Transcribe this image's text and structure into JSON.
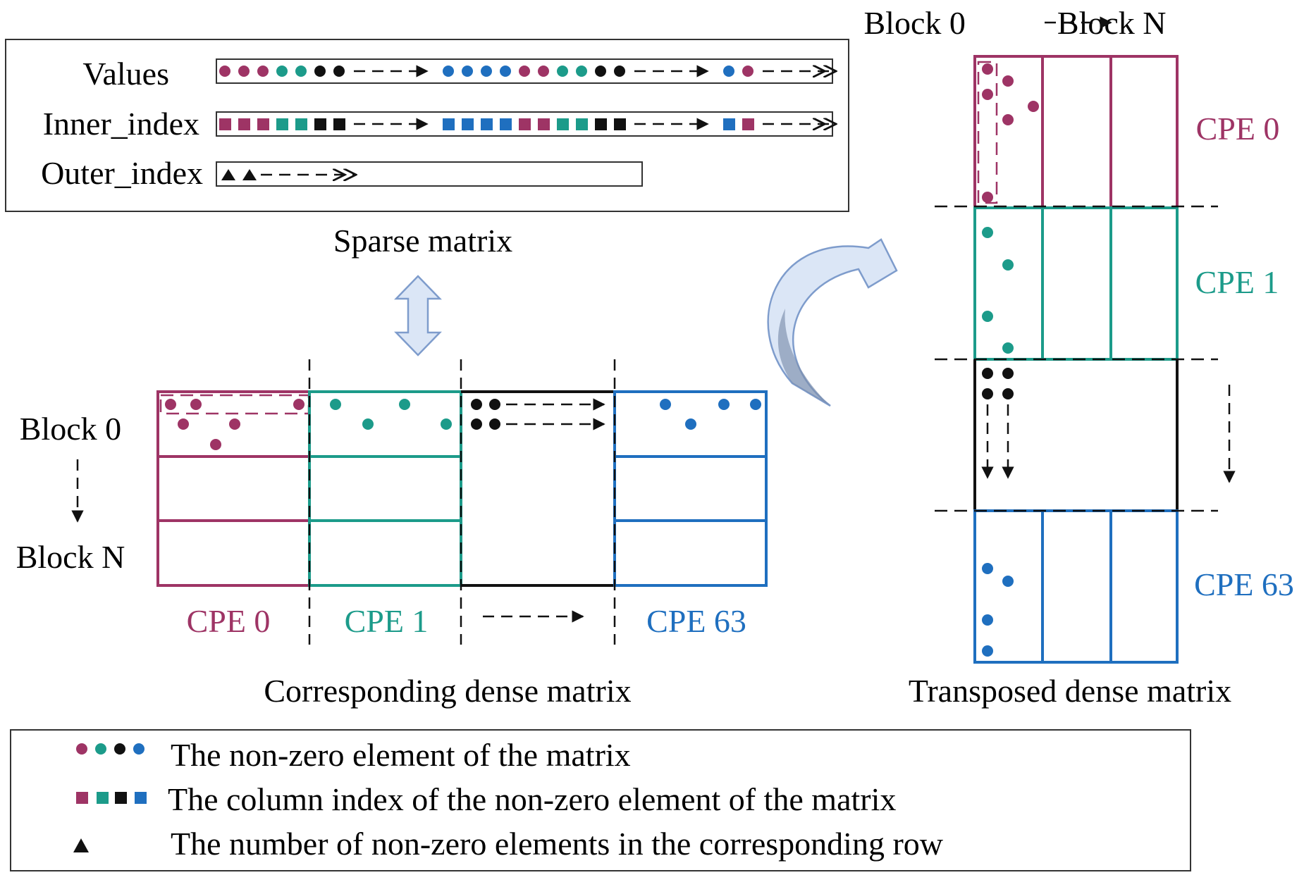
{
  "colors": {
    "cpe0": "#9e3465",
    "cpe1": "#1c9b8a",
    "cpe63": "#1f6fbf",
    "black": "#111111",
    "arrow_fill": "#dbe6f6",
    "arrow_stroke": "#7e9ccc",
    "curved_arrow_dark": "#7d8fac"
  },
  "sparse": {
    "caption": "Sparse matrix",
    "values_label": "Values",
    "inner_label": "Inner_index",
    "outer_label": "Outer_index"
  },
  "dense": {
    "caption": "Corresponding dense matrix",
    "block_start": "Block 0",
    "block_end": "Block N",
    "cpe0": "CPE 0",
    "cpe1": "CPE 1",
    "cpe63": "CPE 63"
  },
  "transposed": {
    "caption": "Transposed dense matrix",
    "header_start": "Block 0",
    "header_end": "Block N",
    "cpe0": "CPE 0",
    "cpe1": "CPE 1",
    "cpe63": "CPE 63"
  },
  "legend": {
    "line1": "The non-zero element of the matrix",
    "line2": "The column index of the non-zero element of the matrix",
    "line3": "The number of non-zero elements in the corresponding row"
  }
}
